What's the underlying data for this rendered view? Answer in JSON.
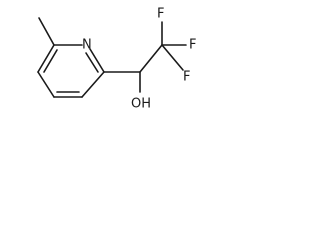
{
  "molecule": {
    "atoms": {
      "ring_nitrogen": "N",
      "fluorine_1": "F",
      "fluorine_2": "F",
      "fluorine_3": "F",
      "hydroxyl": "OH"
    }
  }
}
